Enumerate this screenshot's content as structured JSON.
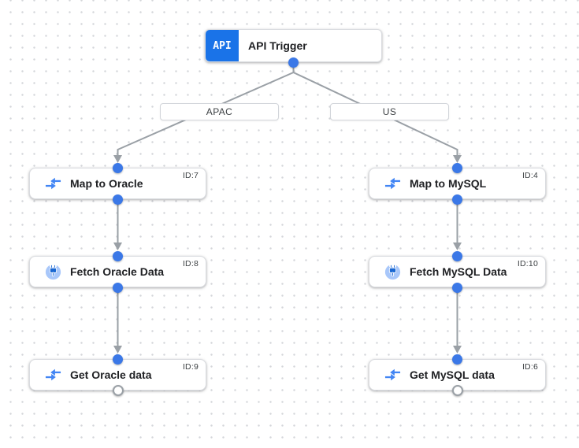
{
  "colors": {
    "primary_blue": "#1a73e8",
    "port_blue": "#3b78e7",
    "icon_blue": "#4285f4",
    "connector_disc_blue": "#a8c7fa",
    "connector_plug_blue": "#1967d2",
    "edge_gray": "#9aa0a6",
    "node_border_gray": "#dadce0",
    "title_text": "#202124",
    "id_text": "#3c4043",
    "grid_dot": "#d4d6da"
  },
  "trigger": {
    "badge": "API",
    "title": "API Trigger"
  },
  "branches": [
    {
      "label": "APAC"
    },
    {
      "label": "US"
    }
  ],
  "nodes": [
    {
      "title": "Map to Oracle",
      "id_label": "ID:7",
      "icon": "data-mapping"
    },
    {
      "title": "Fetch Oracle Data",
      "id_label": "ID:8",
      "icon": "connector"
    },
    {
      "title": "Get Oracle data",
      "id_label": "ID:9",
      "icon": "data-mapping"
    },
    {
      "title": "Map to MySQL",
      "id_label": "ID:4",
      "icon": "data-mapping"
    },
    {
      "title": "Fetch MySQL Data",
      "id_label": "ID:10",
      "icon": "connector"
    },
    {
      "title": "Get MySQL data",
      "id_label": "ID:6",
      "icon": "data-mapping"
    }
  ]
}
